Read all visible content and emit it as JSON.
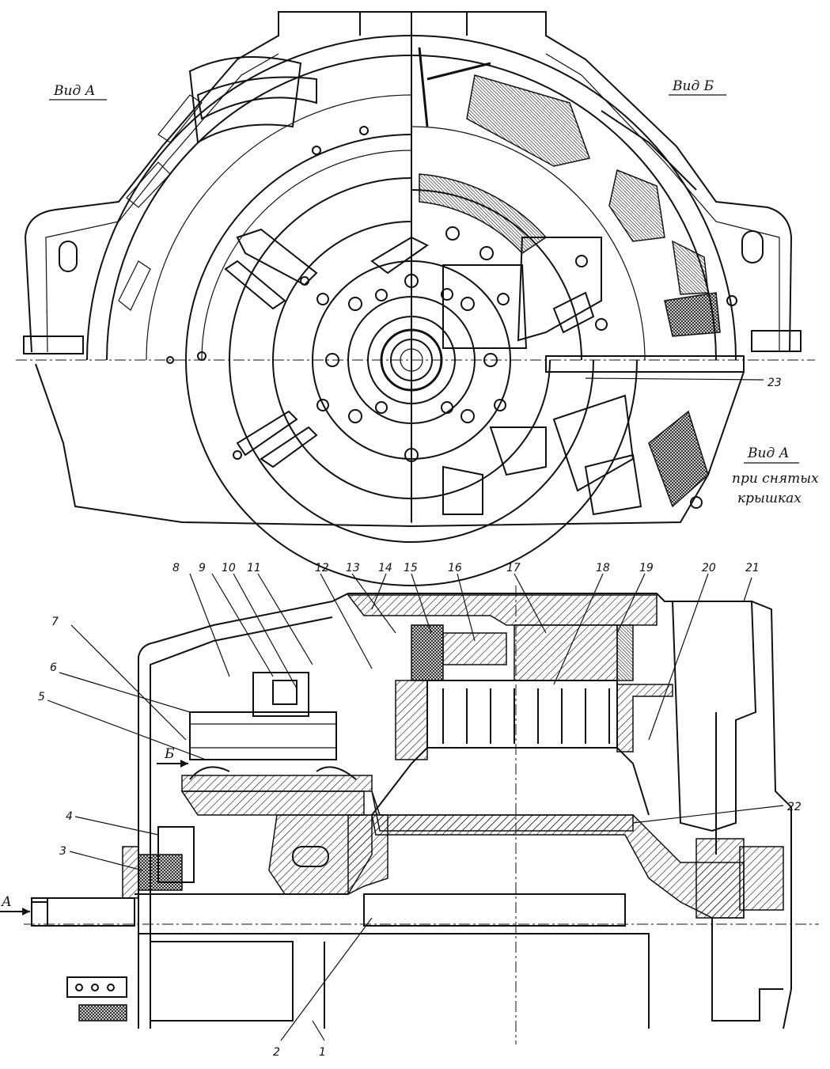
{
  "upper_view": {
    "left_caption": "Вид А",
    "right_caption": "Вид Б",
    "bottom_caption_line1": "Вид А",
    "bottom_caption_line2": "при снятых",
    "bottom_caption_line3": "крышках",
    "callout_23": "23"
  },
  "lower_section": {
    "arrow_a_label": "А",
    "arrow_b_label": "Б",
    "callouts_top": [
      "8",
      "9",
      "10",
      "11",
      "12",
      "13",
      "14",
      "15",
      "16",
      "17",
      "18",
      "19",
      "20",
      "21"
    ],
    "callouts_left": [
      "7",
      "6",
      "5",
      "4",
      "3"
    ],
    "callout_22": "22",
    "callouts_bottom": [
      "2",
      "1"
    ]
  }
}
